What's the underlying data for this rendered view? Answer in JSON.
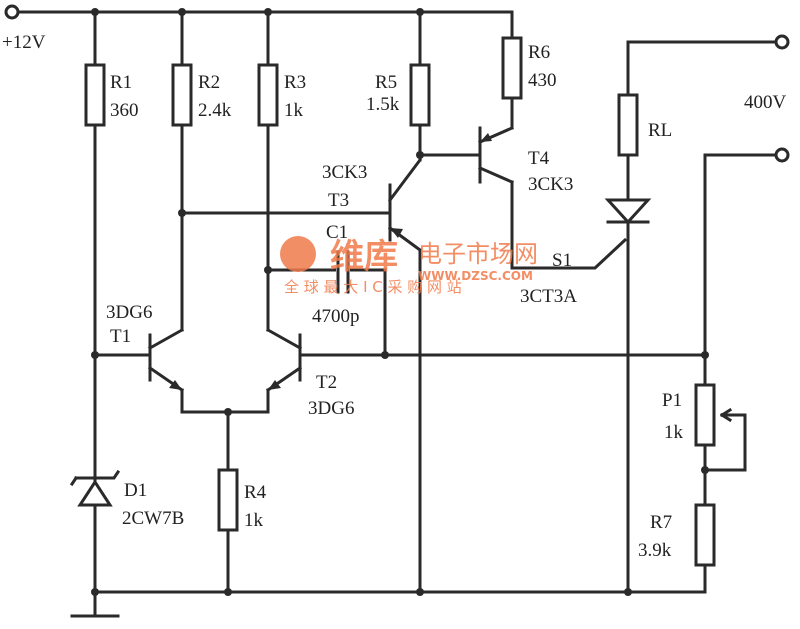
{
  "supply": {
    "label": "+12V",
    "load_voltage": "400V"
  },
  "components": {
    "R1": {
      "name": "R1",
      "value": "360"
    },
    "R2": {
      "name": "R2",
      "value": "2.4k"
    },
    "R3": {
      "name": "R3",
      "value": "1k"
    },
    "R4": {
      "name": "R4",
      "value": "1k"
    },
    "R5": {
      "name": "R5",
      "value": "1.5k"
    },
    "R6": {
      "name": "R6",
      "value": "430"
    },
    "R7": {
      "name": "R7",
      "value": "3.9k"
    },
    "RL": {
      "name": "RL"
    },
    "P1": {
      "name": "P1",
      "value": "1k"
    },
    "C1": {
      "name": "C1",
      "value": "4700p"
    },
    "D1": {
      "name": "D1",
      "value": "2CW7B"
    },
    "T1": {
      "name": "T1",
      "type": "3DG6"
    },
    "T2": {
      "name": "T2",
      "type": "3DG6"
    },
    "T3": {
      "name": "T3",
      "type": "3CK3"
    },
    "T4": {
      "name": "T4",
      "type": "3CK3"
    },
    "S1": {
      "name": "S1",
      "type": "3CT3A"
    }
  },
  "watermark": {
    "brand": "维库",
    "title": "电子市场网",
    "url": "WWW.DZSC.COM",
    "slogan": "全 球 最 大 I C 采 购 网 站"
  }
}
